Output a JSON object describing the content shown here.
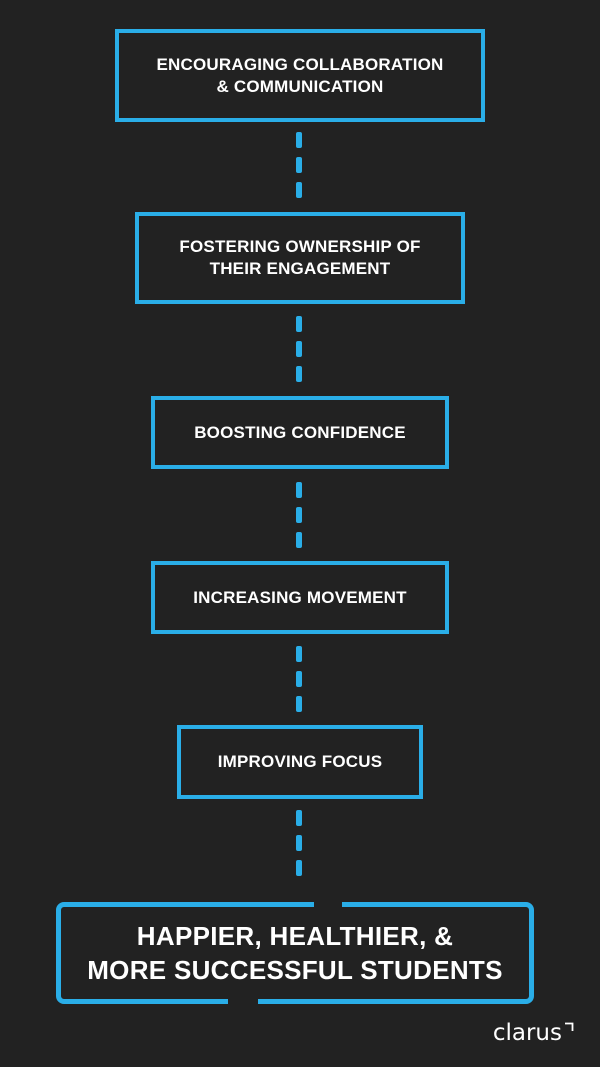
{
  "steps": [
    {
      "line1": "ENCOURAGING COLLABORATION",
      "line2": "& COMMUNICATION"
    },
    {
      "line1": "FOSTERING OWNERSHIP OF",
      "line2": "THEIR ENGAGEMENT"
    },
    {
      "line1": "BOOSTING CONFIDENCE"
    },
    {
      "line1": "INCREASING MOVEMENT"
    },
    {
      "line1": "IMPROVING FOCUS"
    }
  ],
  "outcome": {
    "line1": "HAPPIER, HEALTHIER, &",
    "line2": "MORE SUCCESSFUL STUDENTS"
  },
  "brand": {
    "name": "clarus"
  },
  "colors": {
    "accent": "#2aaee8",
    "background": "#222222",
    "text": "#ffffff"
  }
}
